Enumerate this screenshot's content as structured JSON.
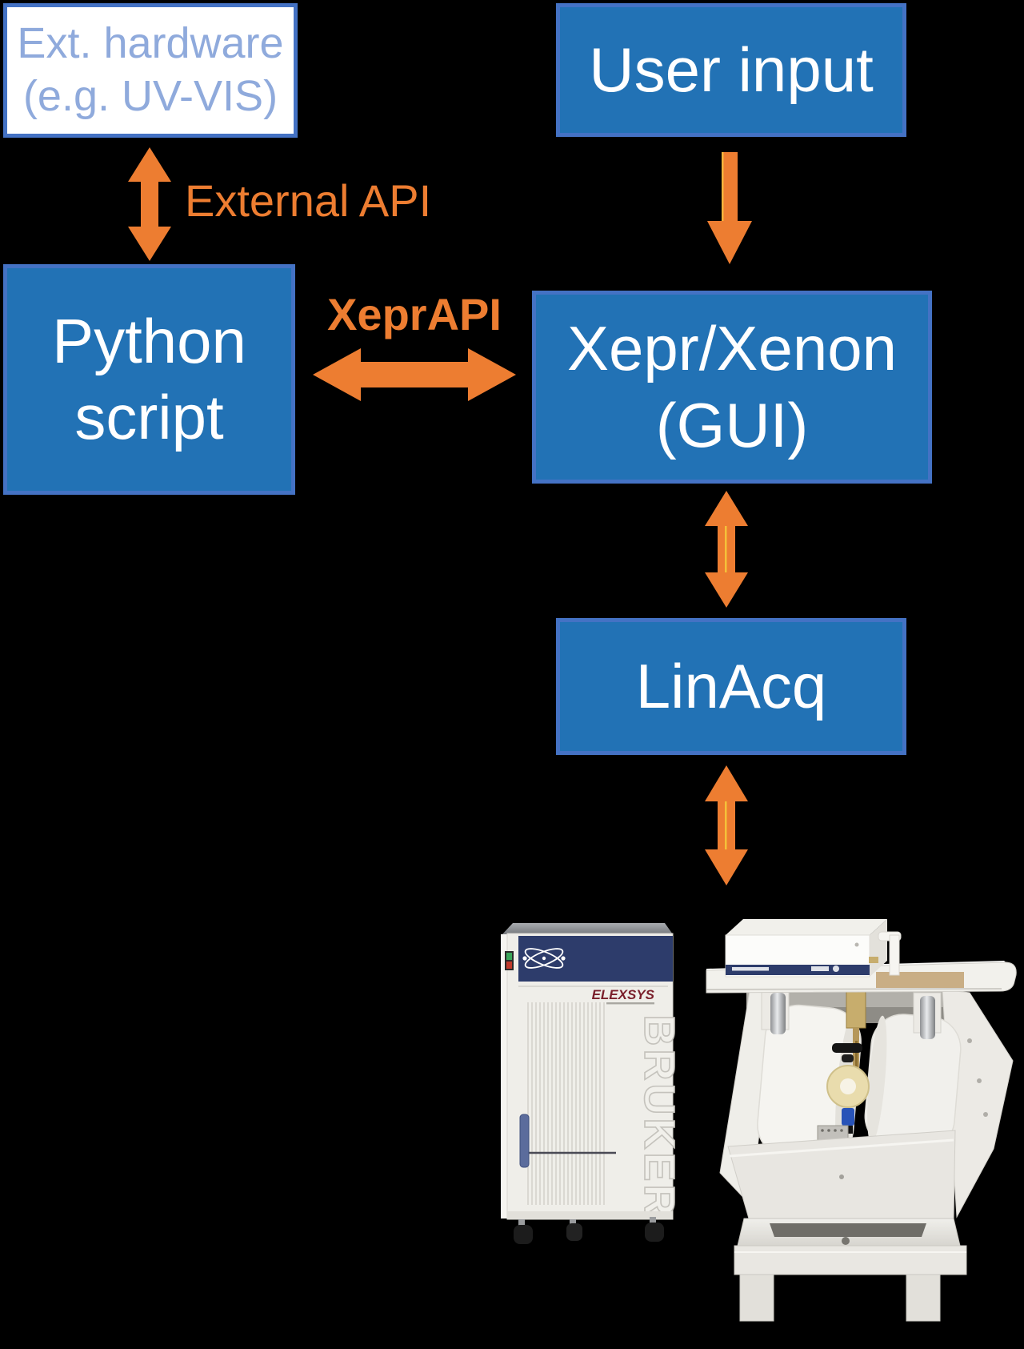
{
  "page": {
    "background": "#000000"
  },
  "diagram": {
    "colors": {
      "node_fill": "#2272B5",
      "node_border": "#4472C4",
      "node_text": "#FFFFFF",
      "ext_box_fill": "#FFFFFF",
      "ext_box_text": "#8FAADC",
      "arrow_orange": "#ED7D31"
    },
    "nodes": {
      "ext_hardware": {
        "line1": "Ext. hardware",
        "line2": "(e.g. UV-VIS)"
      },
      "user_input": {
        "label": "User input"
      },
      "python_script": {
        "line1": "Python",
        "line2": "script"
      },
      "xepr_xenon": {
        "line1": "Xepr/Xenon",
        "line2": "(GUI)"
      },
      "linacq": {
        "label": "LinAcq"
      }
    },
    "edge_labels": {
      "external_api": "External API",
      "xepr_api": "XeprAPI"
    },
    "hardware": {
      "console_brand": "BRUKER",
      "console_model": "ELEXSYS"
    }
  }
}
